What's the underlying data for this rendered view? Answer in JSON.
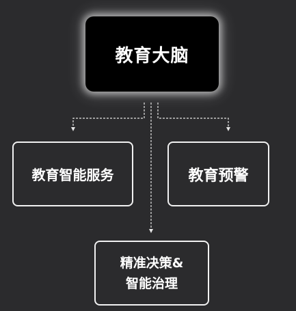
{
  "diagram": {
    "root": {
      "label": "教育大脑"
    },
    "children": [
      {
        "id": "left",
        "label": "教育智能服务"
      },
      {
        "id": "right",
        "label": "教育预警"
      },
      {
        "id": "bottom",
        "label_line1": "精准决策&",
        "label_line2": "智能治理"
      }
    ],
    "colors": {
      "background": "#2b2b2d",
      "root_fill": "#000000",
      "text": "#ffffff",
      "border": "#f2f2f2",
      "connector": "#e6e6e6"
    }
  }
}
